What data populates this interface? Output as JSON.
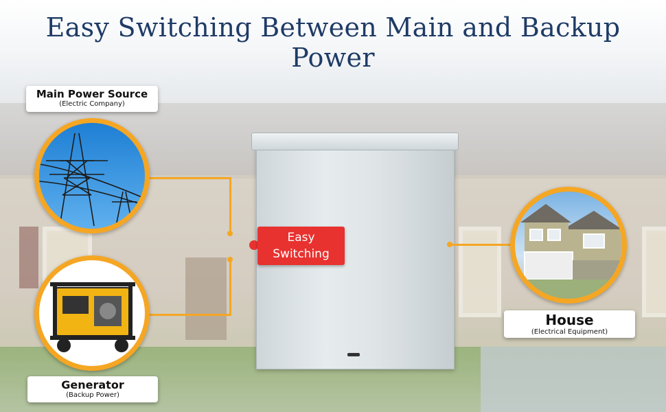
{
  "title": "Easy Switching Between Main and Backup Power",
  "center_label": {
    "line1": "Easy",
    "line2": "Switching"
  },
  "main_source": {
    "heading": "Main Power Source",
    "sub": "(Electric Company)",
    "icon": "power-tower-icon"
  },
  "generator": {
    "heading": "Generator",
    "sub": "(Backup Power)",
    "icon": "generator-icon"
  },
  "house": {
    "heading": "House",
    "sub": "(Electrical Equipment)",
    "icon": "house-icon"
  },
  "colors": {
    "accent": "#f5a623",
    "label_red": "#e8322f",
    "title_blue": "#1f3b66"
  }
}
